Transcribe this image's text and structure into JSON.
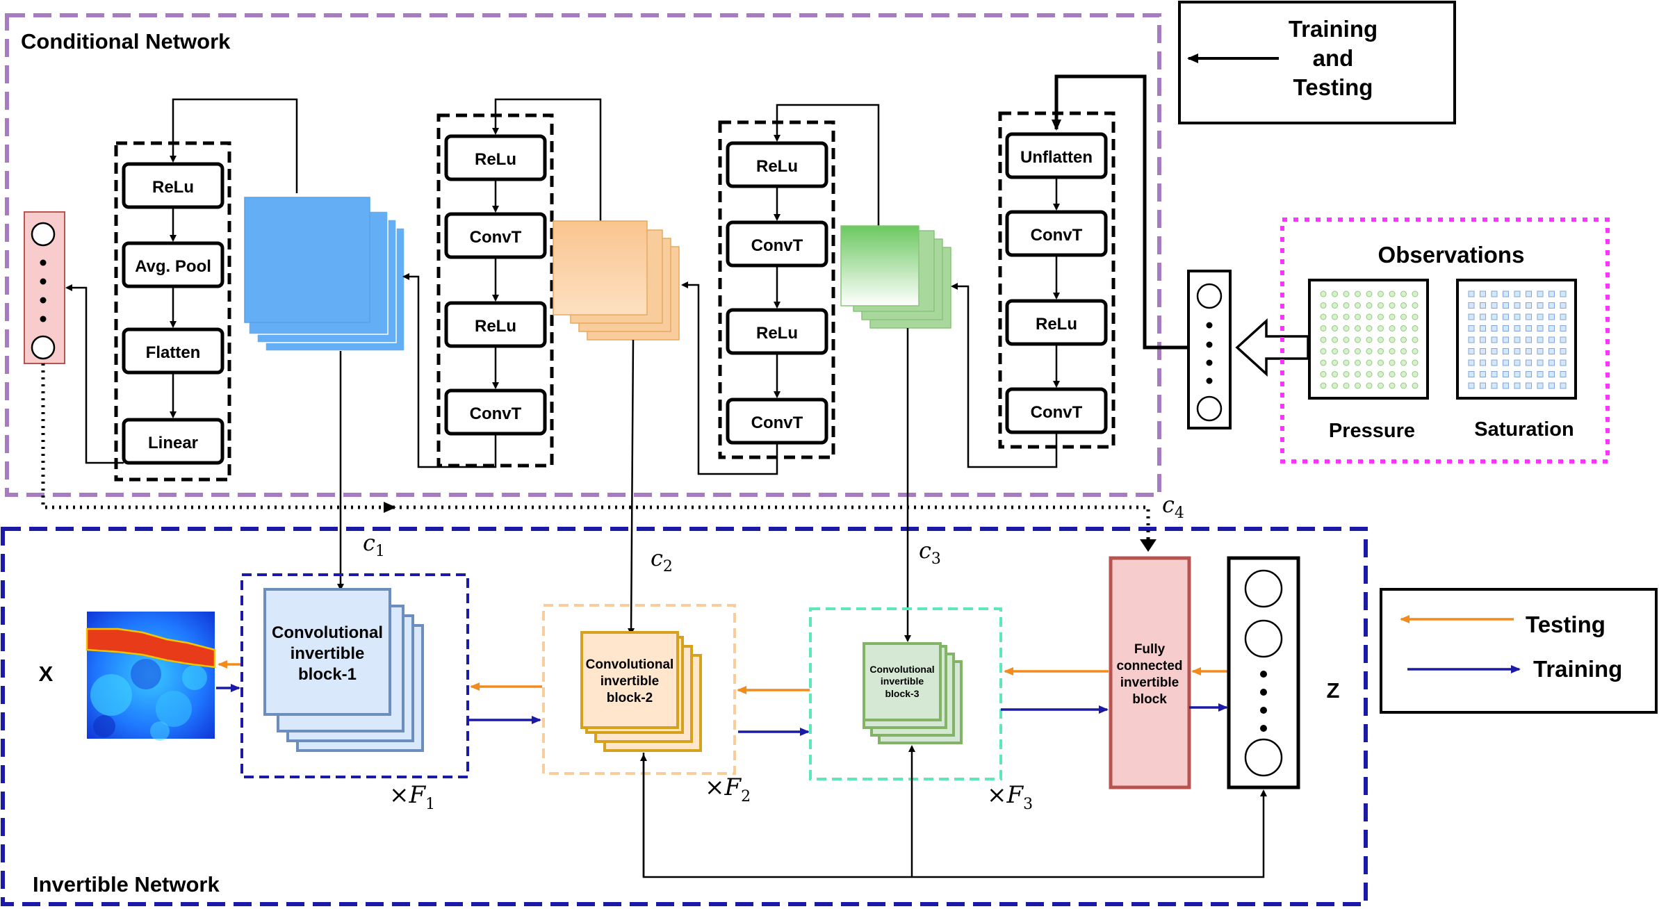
{
  "conditional_network": {
    "title": "Conditional Network",
    "stage1": [
      "ReLu",
      "Avg. Pool",
      "Flatten",
      "Linear"
    ],
    "stage2": [
      "ReLu",
      "ConvT",
      "ReLu",
      "ConvT"
    ],
    "stage3": [
      "ReLu",
      "ConvT",
      "ReLu",
      "ConvT"
    ],
    "stage4": [
      "Unflatten",
      "ConvT",
      "ReLu",
      "ConvT"
    ]
  },
  "legend_top": {
    "line1": "Training",
    "line2": "and",
    "line3": "Testing"
  },
  "observations": {
    "title": "Observations",
    "pressure_label": "Pressure",
    "saturation_label": "Saturation"
  },
  "conditions": {
    "c1": "c",
    "c1_sub": "1",
    "c2": "c",
    "c2_sub": "2",
    "c3": "c",
    "c3_sub": "3",
    "c4": "c",
    "c4_sub": "4"
  },
  "invertible_network": {
    "title": "Invertible Network",
    "x_label": "X",
    "z_label": "Z",
    "block1": [
      "Convolutional",
      "invertible",
      "block-1"
    ],
    "block2": [
      "Convolutional",
      "invertible",
      "block-2"
    ],
    "block3": [
      "Convolutional",
      "invertible",
      "block-3"
    ],
    "fc_block": [
      "Fully",
      "connected",
      "invertible",
      "block"
    ],
    "f1_times": "×",
    "f1": "F",
    "f1_sub": "1",
    "f2_times": "×",
    "f2": "F",
    "f2_sub": "2",
    "f3_times": "×",
    "f3": "F",
    "f3_sub": "3"
  },
  "legend_bottom": {
    "testing": "Testing",
    "training": "Training"
  },
  "colors": {
    "conditional_border": "#a77bbf",
    "invertible_border": "#1a1aa6",
    "observations_border": "#ff33ff",
    "testing_arrow": "#f28a1e",
    "training_arrow": "#1a1aa6",
    "feature_blue": "#64aef5",
    "feature_orange": "#f9cc9c",
    "feature_green": "#a8d89c",
    "fc_fill": "#f6cccc",
    "fc_border": "#b85450"
  }
}
